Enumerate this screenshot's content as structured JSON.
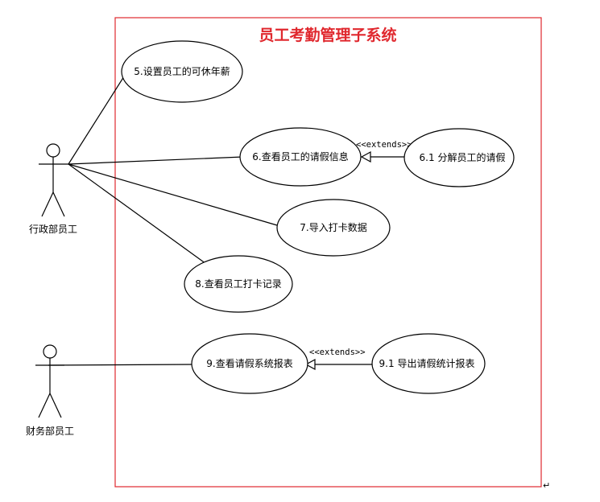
{
  "system": {
    "title": "员工考勤管理子系统"
  },
  "actors": [
    {
      "id": "admin",
      "label": "行政部员工"
    },
    {
      "id": "finance",
      "label": "财务部员工"
    }
  ],
  "use_cases": {
    "uc5": "5.设置员工的可休年薪",
    "uc6": "6.查看员工的请假信息",
    "uc61": "6.1  分解员工的请假",
    "uc7": "7.导入打卡数据",
    "uc8": "8.查看员工打卡记录",
    "uc9": "9.查看请假系统报表",
    "uc91": "9.1  导出请假统计报表"
  },
  "relations": {
    "extends_upper": "<<extends>>",
    "extends_lower": "<<extends>>"
  },
  "glyphs": {
    "return_mark": "↵"
  }
}
